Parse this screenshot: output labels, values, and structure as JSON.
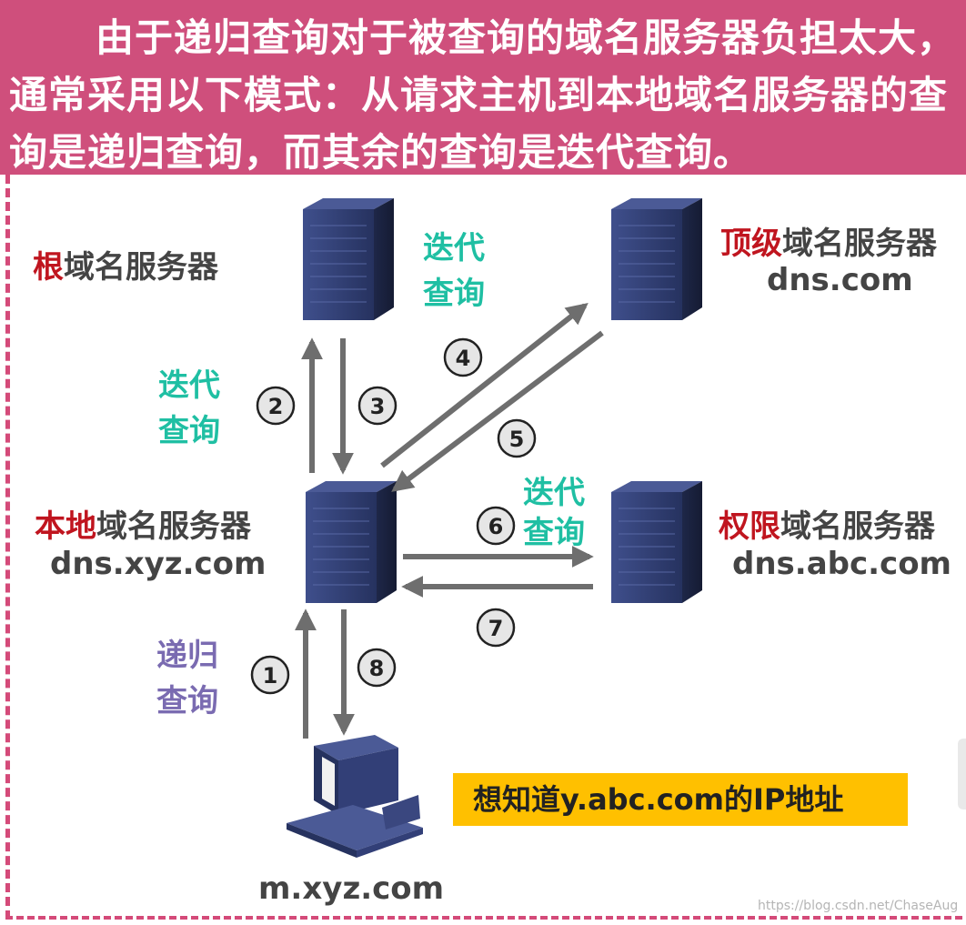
{
  "header": {
    "text": "由于递归查询对于被查询的域名服务器负担太大，通常采用以下模式：从请求主机到本地域名服务器的查询是递归查询，而其余的查询是迭代查询。"
  },
  "servers": {
    "root": {
      "highlight": "根",
      "suffix": "域名服务器"
    },
    "tld": {
      "highlight": "顶级",
      "suffix": "域名服务器",
      "host": "dns.com"
    },
    "local": {
      "highlight": "本地",
      "suffix": "域名服务器",
      "host": "dns.xyz.com"
    },
    "auth": {
      "highlight": "权限",
      "suffix": "域名服务器",
      "host": "dns.abc.com"
    }
  },
  "client": {
    "host": "m.xyz.com"
  },
  "query_types": {
    "iter_root_line1": "迭代",
    "iter_root_line2": "查询",
    "iter_top_line1": "迭代",
    "iter_top_line2": "查询",
    "iter_auth_line1": "迭代",
    "iter_auth_line2": "查询",
    "rec_line1": "递归",
    "rec_line2": "查询"
  },
  "steps": [
    "1",
    "2",
    "3",
    "4",
    "5",
    "6",
    "7",
    "8"
  ],
  "callout": "想知道y.abc.com的IP地址",
  "watermark": "https://blog.csdn.net/ChaseAug",
  "colors": {
    "header_bg": "#cf4f7c",
    "highlight_red": "#c0151f",
    "iterative": "#1fbfa3",
    "recursive": "#7a6bb1",
    "callout_bg": "#ffc000",
    "arrow": "#6e6e6e"
  }
}
